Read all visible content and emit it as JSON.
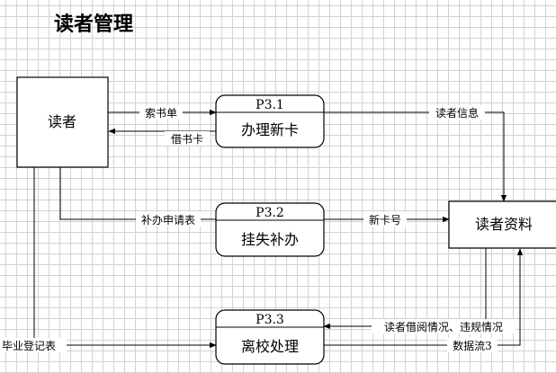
{
  "title": "读者管理",
  "entity_reader": "读者",
  "data_store": "读者资料",
  "processes": [
    {
      "id": "P3.1",
      "name": "办理新卡"
    },
    {
      "id": "P3.2",
      "name": "挂失补办"
    },
    {
      "id": "P3.3",
      "name": "离校处理"
    }
  ],
  "flows": {
    "request_form": "索书单",
    "borrow_card": "借书卡",
    "reader_info": "读者信息",
    "reissue_form": "补办申请表",
    "new_card_no": "新卡号",
    "borrow_violation": "读者借阅情况、违规情况",
    "graduation_form": "毕业登记表",
    "data_flow_3": "数据流3"
  }
}
